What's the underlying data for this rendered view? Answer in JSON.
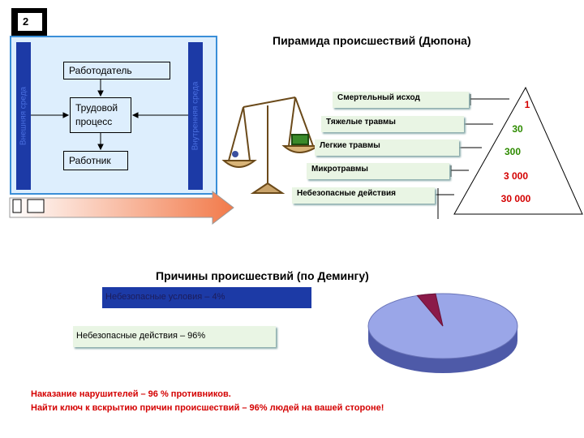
{
  "slide_number": "2",
  "heinrich_title": "Пирамида происшествий (Дюпона)",
  "left_panel": {
    "outer_env": "Внешняя среда",
    "inner_env": "Внутренняя среда",
    "employer": "Работодатель",
    "work_process": "Трудовой процесс",
    "worker": "Работник"
  },
  "pyramid_levels": [
    {
      "label": "Смертельный исход",
      "count": "1"
    },
    {
      "label": "Тяжелые травмы",
      "count": "30"
    },
    {
      "label": "Легкие травмы",
      "count": "300"
    },
    {
      "label": "Микротравмы",
      "count": "3 000"
    },
    {
      "label": "Небезопасные действия",
      "count": "30 000"
    }
  ],
  "causes_title": "Причины происшествий (по Демингу)",
  "causes": {
    "unsafe_conditions": "Небезопасные условия – 4%",
    "unsafe_actions": "Небезопасные действия – 96%"
  },
  "pie": {
    "values": [
      4,
      96
    ],
    "colors": [
      "#8b1a4a",
      "#9aa6e8"
    ]
  },
  "footer": {
    "line1": "Наказание нарушителей – 96 % противников.",
    "line2": "Найти ключ к вскрытию причин происшествий – 96% людей на вашей стороне!"
  },
  "colors": {
    "count_red": "#d40000",
    "count_green": "#2e8b00",
    "bar_blue": "#1c3aa6"
  }
}
